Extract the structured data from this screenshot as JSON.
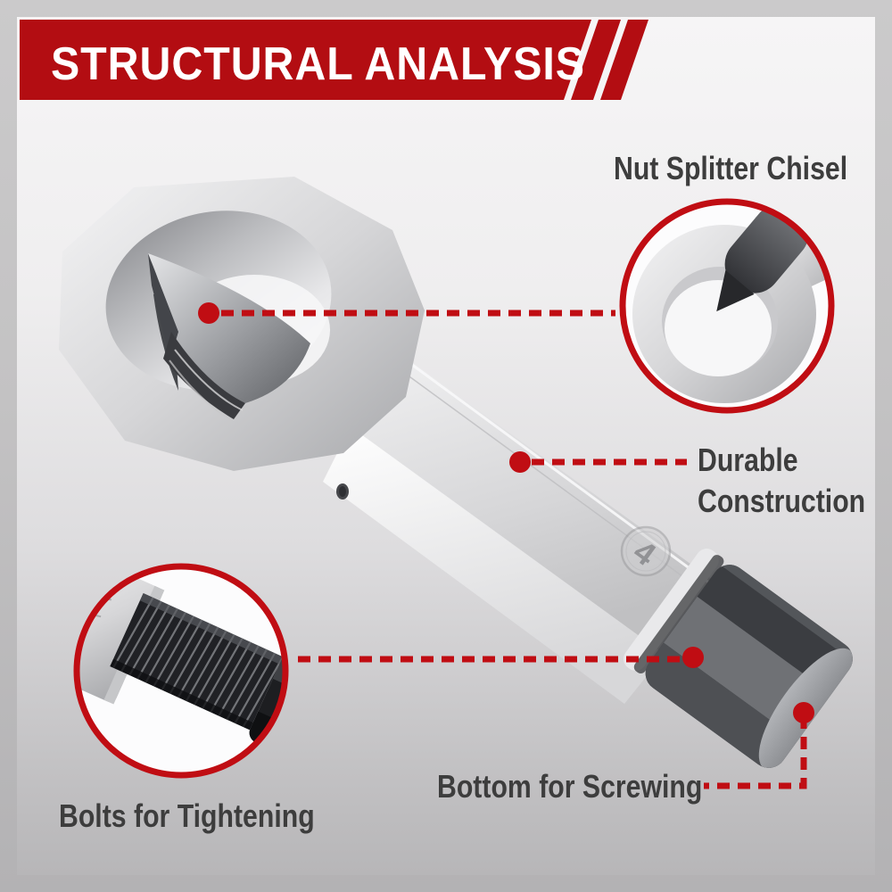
{
  "banner": {
    "title": "STRUCTURAL ANALYSIS"
  },
  "callouts": {
    "nut_splitter_chisel": {
      "label": "Nut Splitter Chisel"
    },
    "durable_construction": {
      "label": "Durable Construction"
    },
    "bottom_for_screwing": {
      "label": "Bottom for Screwing"
    },
    "bolts_for_tightening": {
      "label": "Bolts for Tightening"
    }
  },
  "product": {
    "stamp_label": "4"
  },
  "colors": {
    "banner_red": "#b30d12",
    "accent_red": "#c00d13",
    "label_gray": "#3d3d3d",
    "frame_gray": "#c6c5c6"
  }
}
